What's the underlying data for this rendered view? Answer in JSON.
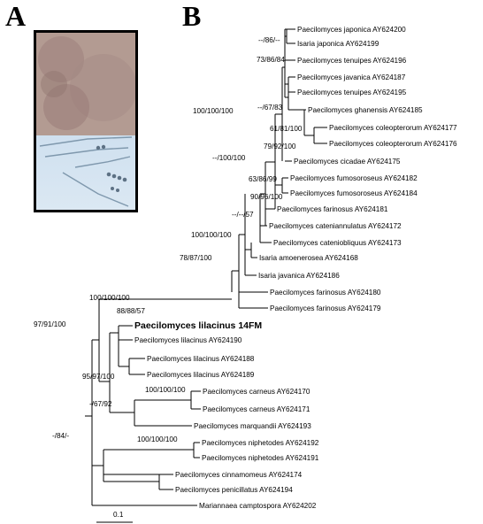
{
  "panels": {
    "a": "A",
    "b": "B"
  },
  "photo": {
    "colors": {
      "dish": "#b39b92",
      "colony": "#9a7c78",
      "micro_bg": "#d6e4f1"
    },
    "icons": [
      "petri-dish-image",
      "microscopy-image"
    ]
  },
  "tree": {
    "taxa": [
      "Paecilomyces japonica AY624200",
      "Isaria japonica AY624199",
      "Paecilomyces tenuipes AY624196",
      "Paecilomyces javanica AY624187",
      "Paecilomyces tenuipes AY624195",
      "Paecilomyces ghanensis AY624185",
      "Paecilomyces coleopterorum AY624177",
      "Paecilomyces coleopterorum AY624176",
      "Paecilomyces cicadae AY624175",
      "Paecilomyces fumosoroseus AY624182",
      "Paecilomyces fumosoroseus AY624184",
      "Paecilomyces farinosus AY624181",
      "Paecilomyces cateniannulatus AY624172",
      "Paecilomyces cateniobliquus AY624173",
      "Isaria amoenerosea AY624168",
      "Isaria javanica AY624186",
      "Paecilomyces farinosus AY624180",
      "Paecilomyces farinosus AY624179",
      "Paecilomyces lilacinus 14FM",
      "Paecilomyces lilacinus AY624190",
      "Paecilomyces lilacinus AY624188",
      "Paecilomyces lilacinus AY624189",
      "Paecilomyces carneus AY624170",
      "Paecilomyces carneus AY624171",
      "Paecilomyces marquandii AY624193",
      "Paecilomyces niphetodes AY624192",
      "Paecilomyces niphetodes AY624191",
      "Paecilomyces cinnamomeus AY624174",
      "Paecilomyces penicillatus AY624194",
      "Mariannaea camptospora AY624202"
    ],
    "highlight": "Paecilomyces lilacinus 14FM",
    "supports": [
      "--/86/--",
      "73/86/84",
      "--/67/83",
      "61/81/100",
      "79/92/100",
      "100/100/100",
      "--/100/100",
      "63/86/99",
      "90/96/100",
      "--/--/57",
      "100/100/100",
      "78/87/100",
      "100/100/100",
      "97/91/100",
      "88/88/57",
      "95/97/100",
      "100/100/100",
      "-/67/92",
      "100/100/100",
      "-/84/-"
    ],
    "scale_bar": "0.1"
  }
}
